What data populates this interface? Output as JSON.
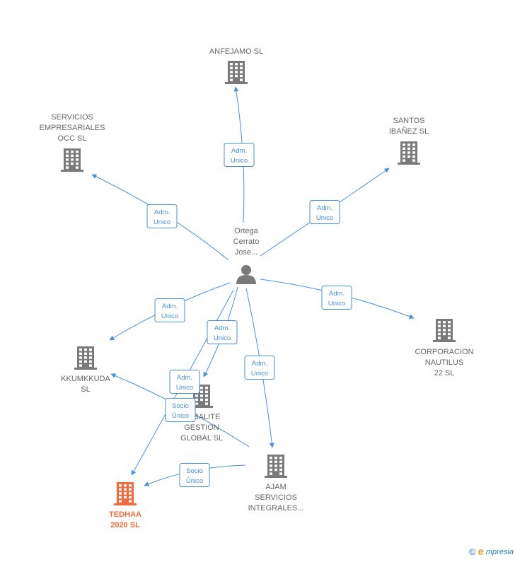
{
  "colors": {
    "edge": "#4a90d9",
    "building": "#7a7a7a",
    "focus_building": "#f26a3d",
    "person": "#7a7a7a",
    "label": "#666666"
  },
  "nodes": [
    {
      "id": "person",
      "kind": "person",
      "icon": "person-icon",
      "lines": [
        "Ortega",
        "Cerrato",
        "Jose..."
      ]
    },
    {
      "id": "anfejamo",
      "kind": "company",
      "icon": "building-icon",
      "lines": [
        "ANFEJAMO SL"
      ]
    },
    {
      "id": "servicios",
      "kind": "company",
      "icon": "building-icon",
      "lines": [
        "SERVICIOS",
        "EMPRESARIALES",
        "OCC SL"
      ]
    },
    {
      "id": "santos",
      "kind": "company",
      "icon": "building-icon",
      "lines": [
        "SANTOS",
        "IBAÑEZ SL"
      ]
    },
    {
      "id": "corporacion",
      "kind": "company",
      "icon": "building-icon",
      "lines": [
        "CORPORACION",
        "NAUTILUS",
        "22  SL"
      ]
    },
    {
      "id": "kkumkkuda",
      "kind": "company",
      "icon": "building-icon",
      "lines": [
        "KKUMKKUDA",
        "SL"
      ]
    },
    {
      "id": "pebalite",
      "kind": "company",
      "icon": "building-icon",
      "lines": [
        "PEBALITE",
        "GESTION",
        "GLOBAL  SL"
      ]
    },
    {
      "id": "ajam",
      "kind": "company",
      "icon": "building-icon",
      "lines": [
        "AJAM",
        "SERVICIOS",
        "INTEGRALES..."
      ]
    },
    {
      "id": "tedhaa",
      "kind": "company",
      "icon": "building-icon",
      "focus": true,
      "lines": [
        "TEDHAA",
        "2020  SL"
      ]
    }
  ],
  "edges": [
    {
      "from": "person",
      "to": "anfejamo",
      "label": [
        "Adm.",
        "Unico"
      ]
    },
    {
      "from": "person",
      "to": "servicios",
      "label": [
        "Adm.",
        "Unico"
      ]
    },
    {
      "from": "person",
      "to": "santos",
      "label": [
        "Adm.",
        "Unico"
      ]
    },
    {
      "from": "person",
      "to": "corporacion",
      "label": [
        "Adm.",
        "Unico"
      ]
    },
    {
      "from": "person",
      "to": "kkumkkuda",
      "label": [
        "Adm.",
        "Unico"
      ]
    },
    {
      "from": "person",
      "to": "pebalite",
      "label": [
        "Adm.",
        "Unico"
      ]
    },
    {
      "from": "person",
      "to": "ajam",
      "label": [
        "Adm.",
        "Unico"
      ]
    },
    {
      "from": "person",
      "to": "tedhaa",
      "label": [
        "Adm.",
        "Unico"
      ]
    },
    {
      "from": "ajam",
      "to": "kkumkkuda",
      "label": [
        "Socio",
        "Único"
      ]
    },
    {
      "from": "ajam",
      "to": "tedhaa",
      "label": [
        "Socio",
        "Único"
      ]
    }
  ],
  "footer": {
    "copyright": "©",
    "brand_initial": "e",
    "brand_rest": "mpresia"
  }
}
